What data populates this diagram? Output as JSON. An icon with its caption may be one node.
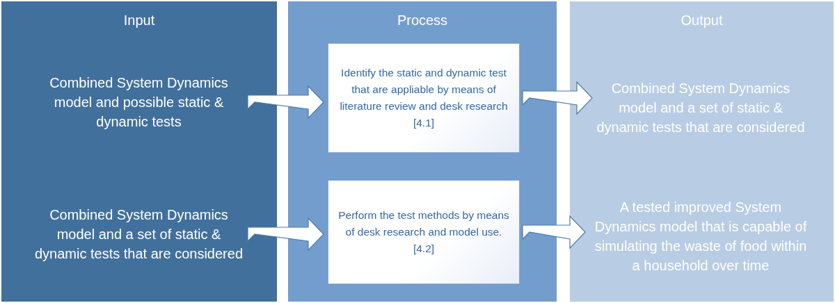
{
  "diagram": {
    "nodes": [
      {
        "text": [
          "Input"
        ]
      },
      {
        "text": [
          "Combined System Dynamics model and possible static & dynamic tests"
        ],
        "in": 0
      },
      {
        "text": [
          "Combined System Dynamics model and a set of static & dynamic tests that are considered"
        ],
        "in": 0
      },
      {
        "text": [
          "Process"
        ]
      },
      {
        "text": [
          "Identify the static and dynamic test that are appliable by means of literature review and desk research  [4.1]"
        ],
        "in": 3
      },
      {
        "text": [
          "Perform the test methods by means of desk research and model use. [4.2]"
        ],
        "in": 3
      },
      {
        "text": [
          "Output"
        ]
      },
      {
        "text": [
          "Combined System Dynamics model and a set of static & dynamic tests that are considered"
        ],
        "in": 6
      },
      {
        "text": [
          "A tested improved System Dynamics model that is capable of simulating the waste of food within a household over time"
        ],
        "in": 6
      }
    ],
    "edges": [
      {
        "from": 1,
        "to": 4,
        "arrow": "to"
      },
      {
        "from": 4,
        "to": 7,
        "arrow": "to"
      },
      {
        "from": 2,
        "to": 5,
        "arrow": "to"
      },
      {
        "from": 5,
        "to": 8,
        "arrow": "to"
      }
    ]
  }
}
